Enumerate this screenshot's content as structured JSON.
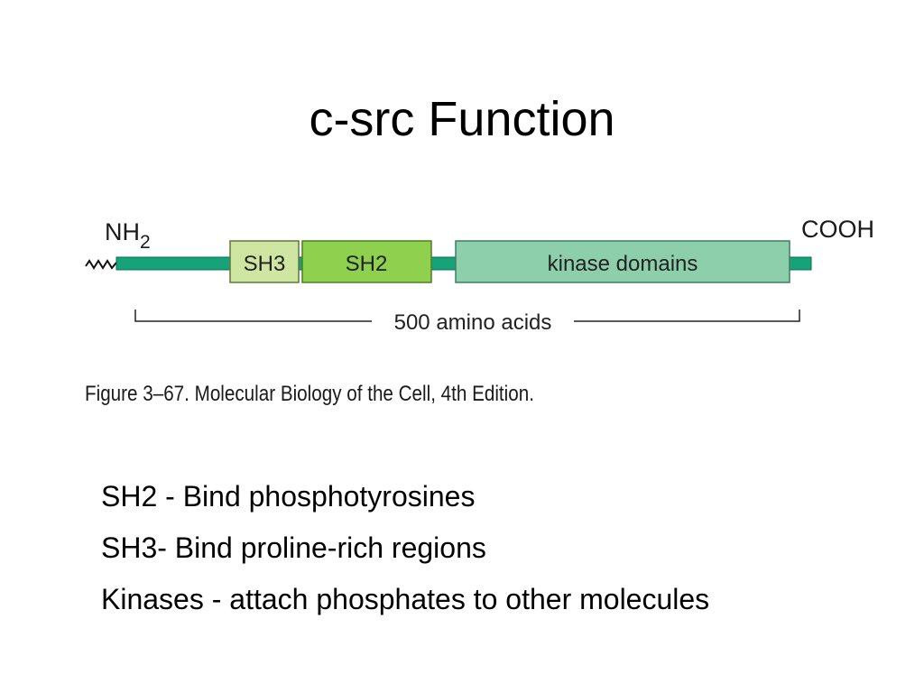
{
  "slide": {
    "title": "c-src Function"
  },
  "diagram": {
    "n_terminus": "NH",
    "n_terminus_subscript": "2",
    "c_terminus": "COOH",
    "domains": [
      {
        "label": "SH3",
        "color": "#cfe6a2"
      },
      {
        "label": "SH2",
        "color": "#8fd14f"
      },
      {
        "label": "kinase domains",
        "color": "#8ecfab"
      }
    ],
    "backbone_color": "#17a37a",
    "length_label": "500 amino acids",
    "caption": "Figure 3–67. Molecular Biology of the Cell, 4th Edition."
  },
  "notes": [
    "SH2 - Bind phosphotyrosines",
    "SH3- Bind proline-rich regions",
    "Kinases - attach phosphates to other molecules"
  ]
}
